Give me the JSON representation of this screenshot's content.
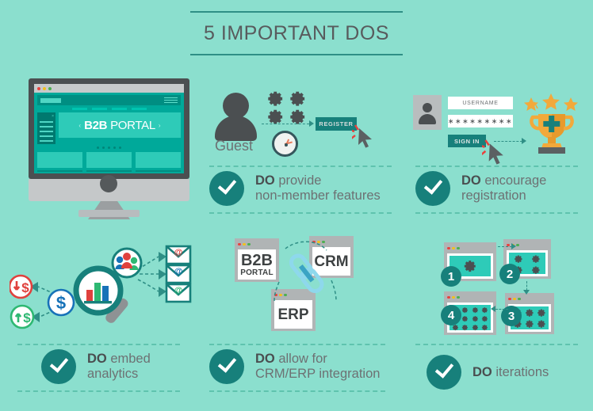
{
  "theme": {
    "background": "#8bdfce",
    "teal_dark": "#17807b",
    "teal_mid": "#2f8f86",
    "text_gray": "#6d7173",
    "text_dark": "#4a4e50",
    "orange": "#f2a93b"
  },
  "header": {
    "title": "5 IMPORTANT DOS"
  },
  "panels": [
    {
      "id": "portal-monitor",
      "monitor": {
        "hero_bold": "B2B",
        "hero_light": " PORTAL",
        "prev_arrow": "‹",
        "next_arrow": "›",
        "close_glyph": "×"
      },
      "caption": {
        "strong": "",
        "rest": ""
      }
    },
    {
      "id": "non-member-features",
      "guest_label": "Guest",
      "register_button": "REGISTER",
      "icons": [
        "user-icon",
        "gear-icon",
        "clock-icon",
        "cursor-icon"
      ],
      "caption": {
        "strong": "DO",
        "rest": " provide",
        "line2": "non-member features"
      }
    },
    {
      "id": "encourage-registration",
      "username_value": "USERNAME",
      "password_value": "∗∗∗∗∗∗∗∗∗",
      "signin_button": "SIGN IN",
      "icons": [
        "avatar-icon",
        "trophy-icon",
        "star-icon",
        "cursor-icon"
      ],
      "caption": {
        "strong": "DO",
        "rest": " encourage",
        "line2": "registration"
      }
    },
    {
      "id": "embed-analytics",
      "icons": [
        "magnifier-icon",
        "bar-chart-icon",
        "dollar-icon",
        "dollar-down-icon",
        "dollar-up-icon",
        "users-icon",
        "email-icon"
      ],
      "labels": {
        "dollar": "$",
        "at": "@"
      },
      "caption": {
        "strong": "DO",
        "rest": " embed",
        "line2": "analytics"
      }
    },
    {
      "id": "crm-erp-integration",
      "windows": [
        {
          "label": "B2B",
          "sub": "PORTAL"
        },
        {
          "label": "CRM",
          "sub": ""
        },
        {
          "label": "ERP",
          "sub": ""
        }
      ],
      "icons": [
        "chain-link-icon"
      ],
      "caption": {
        "strong": "DO",
        "rest": " allow for",
        "line2": "CRM/ERP integration"
      }
    },
    {
      "id": "iterations",
      "steps": [
        {
          "number": "1",
          "gears": 1
        },
        {
          "number": "2",
          "gears": 4
        },
        {
          "number": "3",
          "gears": 6
        },
        {
          "number": "4",
          "gears": 12
        }
      ],
      "icons": [
        "gear-icon",
        "browser-window-icon"
      ],
      "caption": {
        "strong": "DO",
        "rest": " iterations",
        "line2": ""
      }
    }
  ]
}
